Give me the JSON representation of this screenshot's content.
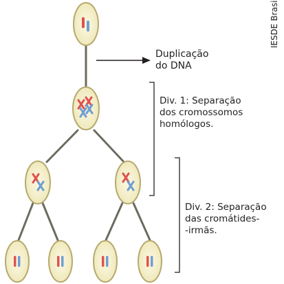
{
  "labels": {
    "duplication": [
      "Duplicação",
      "do DNA"
    ],
    "div1": [
      "Div. 1: Separação",
      "dos cromossomos",
      "homólogos."
    ],
    "div2": [
      "Div. 2: Separação",
      "das cromátides-",
      "-irmãs."
    ]
  },
  "credit": "IESDE Brasil S.A.",
  "colors": {
    "cell_fill": "#f2edbf",
    "cell_border": "#b5a96e",
    "chromosome_red": "#e0524e",
    "chromosome_blue": "#6f9fd0",
    "branch_line": "#6d6a60",
    "arrow": "#231f20"
  }
}
